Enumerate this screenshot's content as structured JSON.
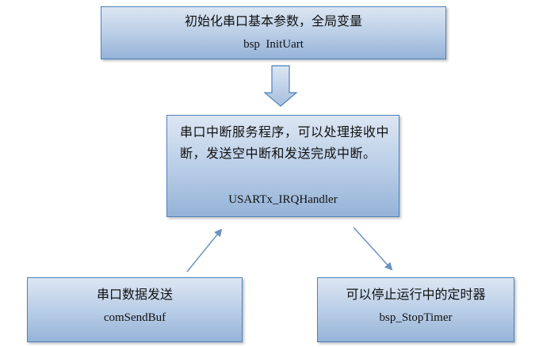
{
  "nodes": {
    "init": {
      "text_cn": "初始化串口基本参数，全局变量",
      "text_en": "bsp  InitUart"
    },
    "isr": {
      "text_cn": "串口中断服务程序，可以处理接收中断，发送空中断和发送完成中断。",
      "text_en": "USARTx_IRQHandler"
    },
    "send": {
      "text_cn": "串口数据发送",
      "text_en": "comSendBuf"
    },
    "stop": {
      "text_cn": "可以停止运行中的定时器",
      "text_en": "bsp_StopTimer"
    }
  },
  "colors": {
    "box_border": "#4f81bd",
    "box_fill_top": "#dce6f2",
    "box_fill_bottom": "#95b3d7",
    "arrow": "#6a93c4"
  }
}
